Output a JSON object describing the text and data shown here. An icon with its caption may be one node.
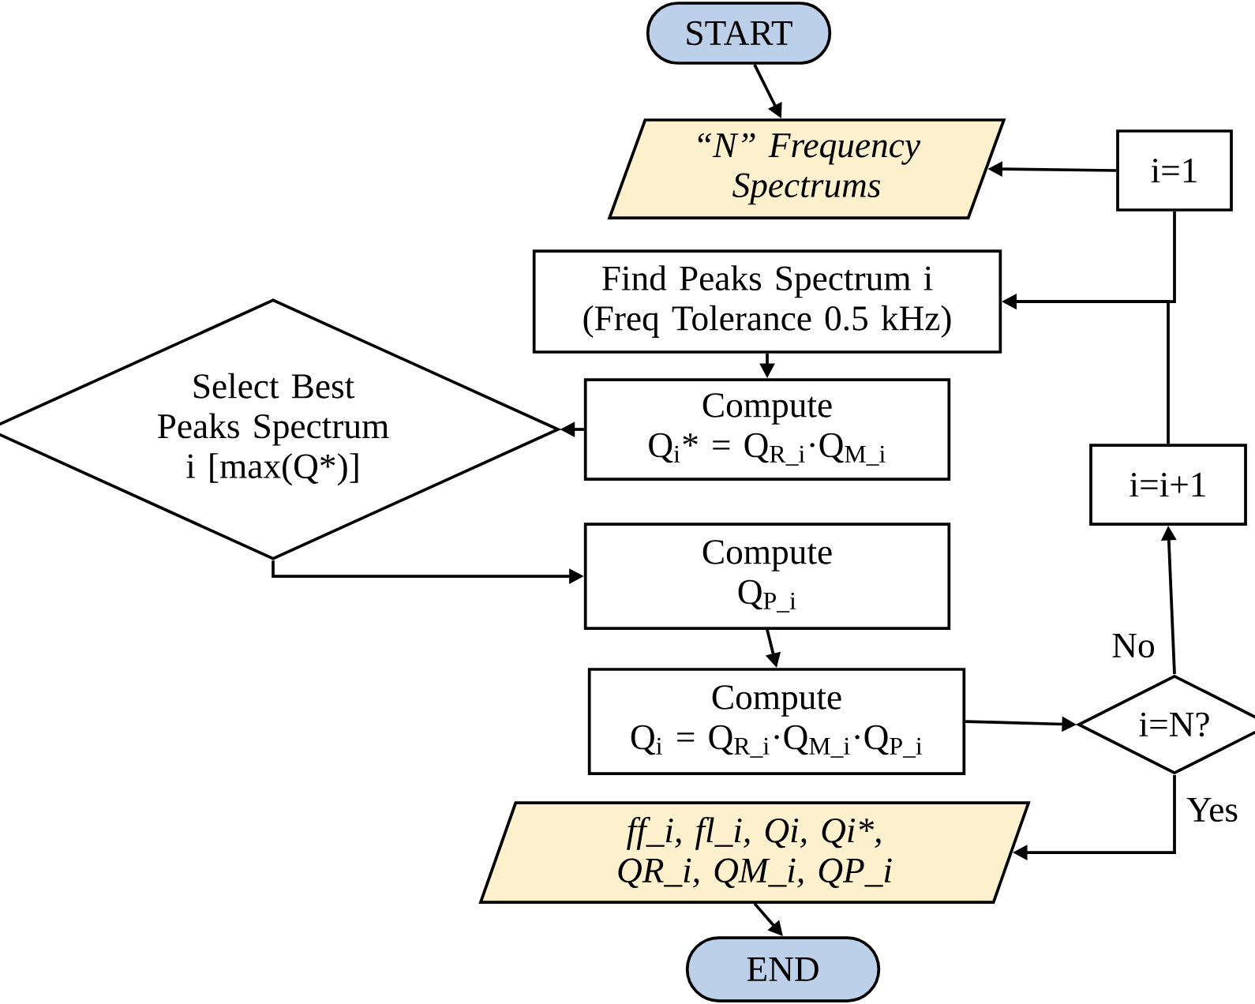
{
  "diagram": {
    "nodes": [
      {
        "text": [
          "START"
        ]
      },
      {
        "text": [
          "“N” Frequency Spectrums"
        ]
      },
      {
        "text": [
          "i=1"
        ]
      },
      {
        "text": [
          "Find Peaks Spectrum i (Freq Tolerance 0.5 kHz)"
        ]
      },
      {
        "text": [
          "Compute",
          "Q$_{i}$* = Q$_{R_i}$·Q$_{M_i}$"
        ]
      },
      {
        "text": [
          "Select Best Peaks Spectrum i [max(Q*)]"
        ]
      },
      {
        "text": [
          "Compute",
          "Q$_{P_i}$"
        ]
      },
      {
        "text": [
          "Compute",
          "Q$_{i}$ = Q$_{R_i}$·Q$_{M_i}$·Q$_{P_i}$"
        ]
      },
      {
        "text": [
          "i=N?"
        ]
      },
      {
        "text": [
          "i=i+1"
        ]
      },
      {
        "text": [
          "ff_i, fl_i, Qi, Qi*, QR_i, QM_i, QP_i"
        ]
      },
      {
        "text": [
          "END"
        ]
      }
    ],
    "edges": [
      {
        "from": 0,
        "to": 1,
        "arrow": "to"
      },
      {
        "from": 2,
        "to": 1,
        "arrow": "to"
      },
      {
        "from": 2,
        "to": 3,
        "arrow": "to"
      },
      {
        "from": 9,
        "to": 3,
        "arrow": "to"
      },
      {
        "from": 3,
        "to": 4,
        "arrow": "to"
      },
      {
        "from": 4,
        "to": 5,
        "arrow": "to"
      },
      {
        "from": 5,
        "to": 6,
        "arrow": "to"
      },
      {
        "from": 6,
        "to": 7,
        "arrow": "to"
      },
      {
        "from": 7,
        "to": 8,
        "arrow": "to"
      },
      {
        "from": 8,
        "to": 9,
        "arrow": "to",
        "label": "No"
      },
      {
        "from": 8,
        "to": 10,
        "arrow": "to",
        "label": "Yes"
      },
      {
        "from": 10,
        "to": 11,
        "arrow": "to"
      }
    ]
  }
}
